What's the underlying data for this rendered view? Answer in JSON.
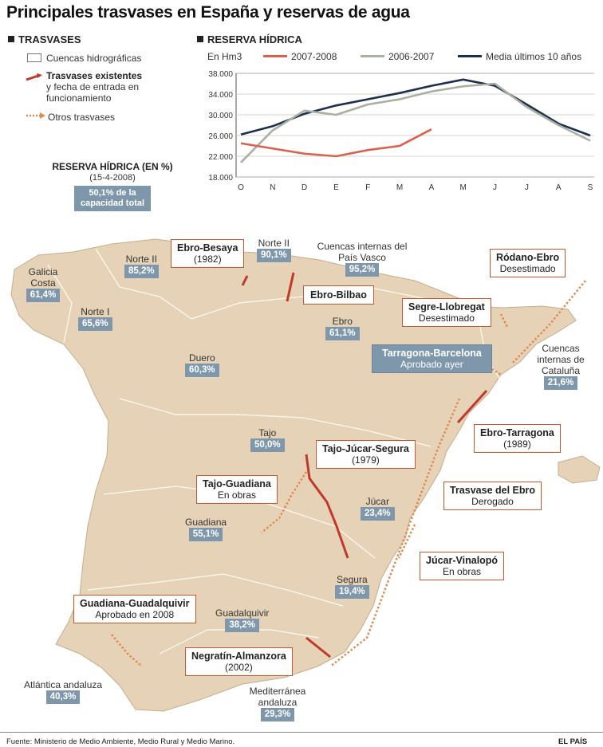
{
  "title": "Principales trasvases en España y reservas de agua",
  "legend": {
    "section_title": "TRASVASES",
    "basins": "Cuencas hidrográficas",
    "existing_bold": "Trasvases existentes",
    "existing_rest": "y fecha de entrada en",
    "existing_rest2": "funcionamiento",
    "other": "Otros trasvases",
    "reserve_title": "RESERVA HÍDRICA (EN %)",
    "reserve_date": "(15-4-2008)",
    "reserve_line1": "50,1% de la",
    "reserve_line2": "capacidad total"
  },
  "colors": {
    "existing": "#c0392b",
    "other": "#e08a4e",
    "current": "#d9614e",
    "previous": "#a8b1a0",
    "average": "#1d2f4e",
    "badge": "#7f97ab",
    "land": "#e6d3b7"
  },
  "chart_data": {
    "type": "line",
    "section_title": "RESERVA HÍDRICA",
    "unit": "En Hm3",
    "categories": [
      "O",
      "N",
      "D",
      "E",
      "F",
      "M",
      "A",
      "M",
      "J",
      "J",
      "A",
      "S"
    ],
    "ylim": [
      18000,
      38000
    ],
    "yticks": [
      "38.000",
      "34.000",
      "30.000",
      "26.000",
      "22.000",
      "18.000"
    ],
    "ytick_values": [
      38000,
      34000,
      30000,
      26000,
      22000,
      18000
    ],
    "series": [
      {
        "name": "2007-2008",
        "color": "#d9614e",
        "values": [
          24500,
          23500,
          22500,
          22000,
          23200,
          24000,
          27200
        ]
      },
      {
        "name": "2006-2007",
        "color": "#a8b1a0",
        "values": [
          20800,
          27000,
          30800,
          30000,
          32000,
          33000,
          34500,
          35500,
          36000,
          31500,
          28000,
          25000
        ]
      },
      {
        "name": "Media últimos 10 años",
        "color": "#1d2f4e",
        "values": [
          26200,
          27800,
          30200,
          31800,
          33000,
          34200,
          35600,
          36800,
          35600,
          32000,
          28300,
          26000
        ]
      }
    ]
  },
  "regions": [
    {
      "name": "Galicia Costa",
      "pct": "61,4%"
    },
    {
      "name": "Norte I",
      "pct": "65,6%"
    },
    {
      "name": "Norte II",
      "pct": "85,2%"
    },
    {
      "name": "Norte II",
      "pct": "90,1%"
    },
    {
      "name": "Cuencas internas del País Vasco",
      "pct": "95,2%"
    },
    {
      "name": "Ebro",
      "pct": "61,1%"
    },
    {
      "name": "Duero",
      "pct": "60,3%"
    },
    {
      "name": "Cuencas internas de Cataluña",
      "pct": "21,6%"
    },
    {
      "name": "Tajo",
      "pct": "50,0%"
    },
    {
      "name": "Júcar",
      "pct": "23,4%"
    },
    {
      "name": "Guadiana",
      "pct": "55,1%"
    },
    {
      "name": "Segura",
      "pct": "19,4%"
    },
    {
      "name": "Guadalquivir",
      "pct": "38,2%"
    },
    {
      "name": "Atlántica andaluza",
      "pct": "40,3%"
    },
    {
      "name": "Mediterránea andaluza",
      "pct": "29,3%"
    }
  ],
  "transfers": [
    {
      "name": "Ebro-Besaya",
      "note": "(1982)"
    },
    {
      "name": "Ebro-Bilbao",
      "note": ""
    },
    {
      "name": "Ródano-Ebro",
      "note": "Desestimado"
    },
    {
      "name": "Segre-Llobregat",
      "note": "Desestimado"
    },
    {
      "name": "Tarragona-Barcelona",
      "note": "Aprobado ayer"
    },
    {
      "name": "Ebro-Tarragona",
      "note": "(1989)"
    },
    {
      "name": "Tajo-Júcar-Segura",
      "note": "(1979)"
    },
    {
      "name": "Tajo-Guadiana",
      "note": "En obras"
    },
    {
      "name": "Trasvase del Ebro",
      "note": "Derogado"
    },
    {
      "name": "Júcar-Vinalopó",
      "note": "En obras"
    },
    {
      "name": "Guadiana-Guadalquivir",
      "note": "Aprobado en 2008"
    },
    {
      "name": "Negratín-Almanzora",
      "note": "(2002)"
    }
  ],
  "footer": {
    "source": "Fuente: Ministerio de Medio Ambiente, Medio Rural y Medio Marino.",
    "credit": "EL PAÍS"
  }
}
